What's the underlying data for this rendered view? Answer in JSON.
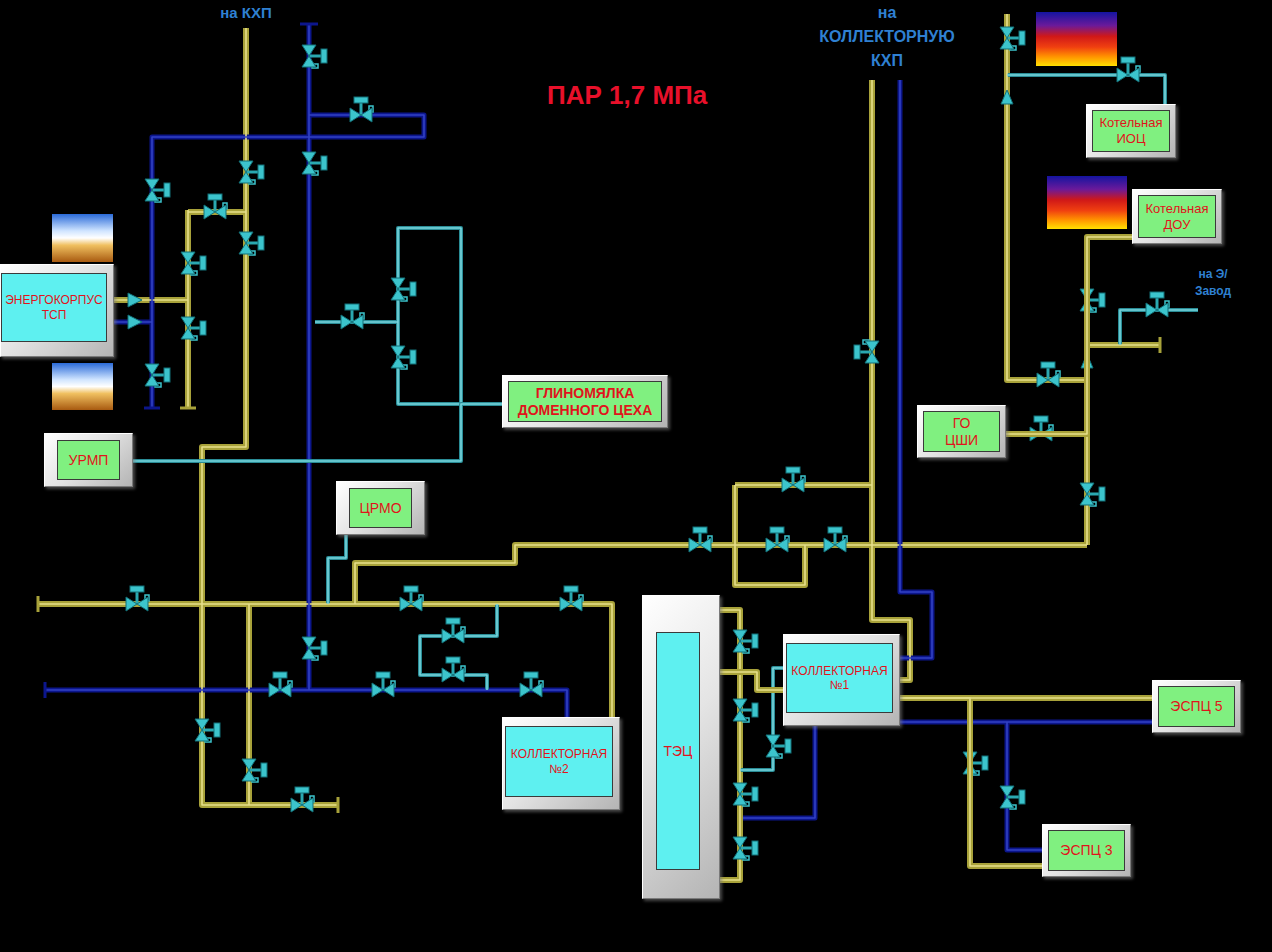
{
  "diagram": {
    "title": "ПАР 1,7 МПа",
    "nodes": [
      {
        "text": [
          "Котельная ИОЦ"
        ]
      },
      {
        "text": [
          "Котельная ДОУ"
        ]
      },
      {
        "text": [
          "ЭНЕРГОКОРПУС ТСП"
        ]
      },
      {
        "text": [
          "ГЛИНОМЯЛКА ДОМЕННОГО ЦЕХА"
        ]
      },
      {
        "text": [
          "ГО ЦШИ"
        ]
      },
      {
        "text": [
          "УРМП"
        ]
      },
      {
        "text": [
          "ЦРМО"
        ]
      },
      {
        "text": [
          "ТЭЦ"
        ]
      },
      {
        "text": [
          "КОЛЛЕКТОРНАЯ №1"
        ]
      },
      {
        "text": [
          "ЭСПЦ 5"
        ]
      },
      {
        "text": [
          "КОЛЛЕКТОРНАЯ №2"
        ]
      },
      {
        "text": [
          "ЭСПЦ 3"
        ]
      }
    ],
    "edges": [
      {
        "from": 7,
        "to": 8,
        "arrow": "none"
      },
      {
        "from": 8,
        "to": 9,
        "arrow": "none"
      },
      {
        "from": 8,
        "to": 11,
        "arrow": "none"
      },
      {
        "from": 5,
        "to": 3,
        "arrow": "none"
      },
      {
        "from": 4,
        "to": 1,
        "arrow": "none"
      }
    ],
    "labels": [
      "на КХП",
      "на КОЛЛЕКТОРНУЮ КХП",
      "на Э/Завод"
    ]
  }
}
